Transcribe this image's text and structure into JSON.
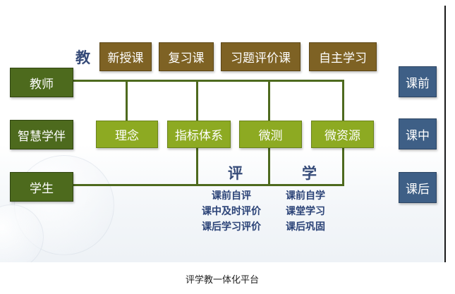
{
  "jiao_label": "教",
  "top_row": [
    "新授课",
    "复习课",
    "习题评价课",
    "自主学习"
  ],
  "left_column": [
    "教师",
    "智慧学伴",
    "学生"
  ],
  "middle_row": [
    "理念",
    "指标体系",
    "微测",
    "微资源"
  ],
  "right_column": [
    "课前",
    "课中",
    "课后"
  ],
  "ping": {
    "label": "评",
    "items": [
      "课前自评",
      "课中及时评价",
      "课后学习评价"
    ]
  },
  "xue": {
    "label": "学",
    "items": [
      "课前自学",
      "课堂学习",
      "课后巩固"
    ]
  },
  "caption": "评学教一体化平台",
  "colors": {
    "top_boxes": "#7e6224",
    "left_boxes": "#4d6a1d",
    "middle_boxes": "#8daa22",
    "right_boxes": "#3e5f86",
    "connectors": "#4e6a1e",
    "section_text": "#354a78"
  }
}
